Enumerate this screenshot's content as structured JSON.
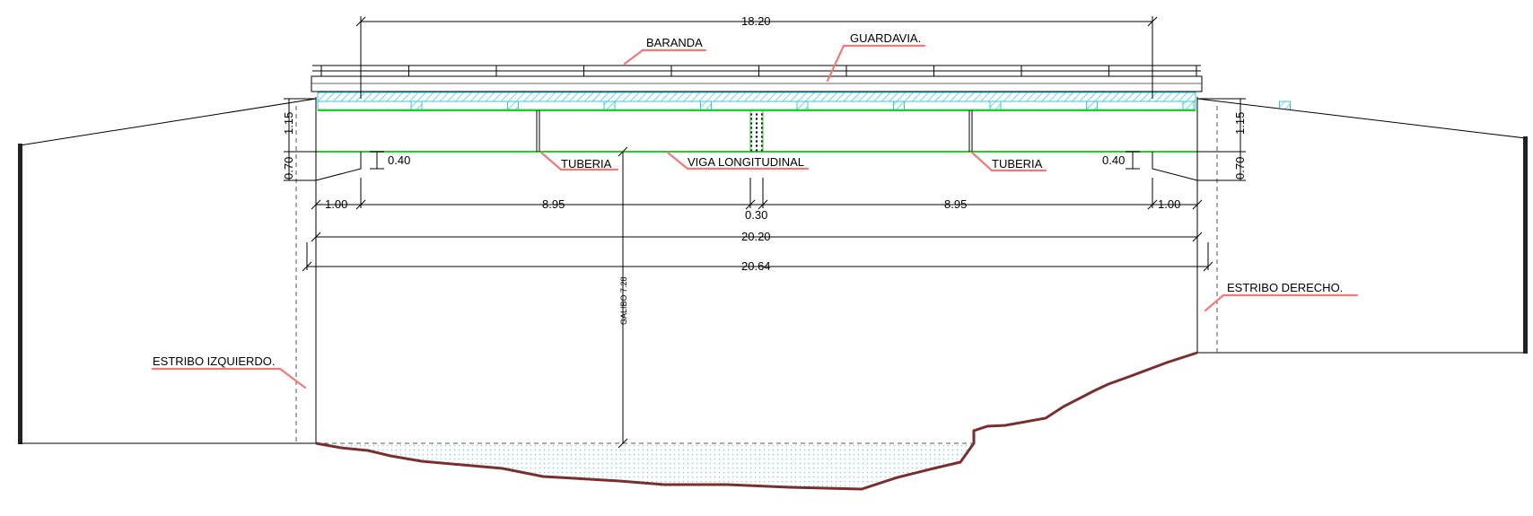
{
  "labels": {
    "baranda": "BARANDA",
    "guardavia": "GUARDAVIA.",
    "tuberia_left": "TUBERIA",
    "viga": "VIGA LONGITUDINAL",
    "tuberia_right": "TUBERIA",
    "estribo_izq": "ESTRIBO IZQUIERDO.",
    "estribo_der": "ESTRIBO DERECHO.",
    "galibo": "GALIBO 7.28"
  },
  "dimensions": {
    "top_span": "18.20",
    "left_h_upper": "1.15",
    "left_h_lower": "0.70",
    "right_h_upper": "1.15",
    "right_h_lower": "0.70",
    "left_offset_small": "0.40",
    "right_offset_small": "0.40",
    "left_cantilever": "1.00",
    "left_span": "8.95",
    "center_gap": "0.30",
    "right_span": "8.95",
    "right_cantilever": "1.00",
    "deck_width": "20.20",
    "total_width": "20.64"
  },
  "colors": {
    "deck_hatch": "#35c9d8",
    "beam_green": "#22d022",
    "leader_red": "#f07a7a",
    "terrain": "#7a2f2f",
    "water": "#a8e4ec"
  }
}
